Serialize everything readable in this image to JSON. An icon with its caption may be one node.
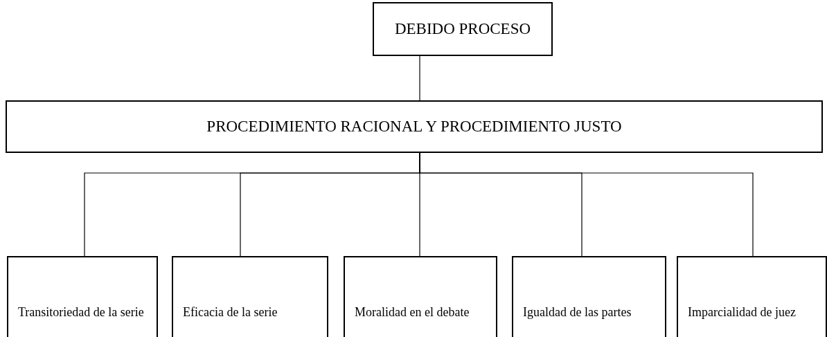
{
  "diagram": {
    "nodes": [
      {
        "text": [
          "DEBIDO PROCESO"
        ]
      },
      {
        "text": [
          "PROCEDIMIENTO RACIONAL Y PROCEDIMIENTO JUSTO"
        ]
      },
      {
        "text": [
          "Transitoriedad de la serie"
        ]
      },
      {
        "text": [
          "Eficacia de la serie"
        ]
      },
      {
        "text": [
          "Moralidad en el debate"
        ]
      },
      {
        "text": [
          "Igualdad de las partes"
        ]
      },
      {
        "text": [
          "Imparcialidad de juez"
        ]
      }
    ],
    "edges": [
      {
        "from": 0,
        "to": 1,
        "arrow": "none"
      },
      {
        "from": 1,
        "to": 2,
        "arrow": "none"
      },
      {
        "from": 1,
        "to": 3,
        "arrow": "none"
      },
      {
        "from": 1,
        "to": 4,
        "arrow": "none"
      },
      {
        "from": 1,
        "to": 5,
        "arrow": "none"
      },
      {
        "from": 1,
        "to": 6,
        "arrow": "none"
      }
    ]
  }
}
